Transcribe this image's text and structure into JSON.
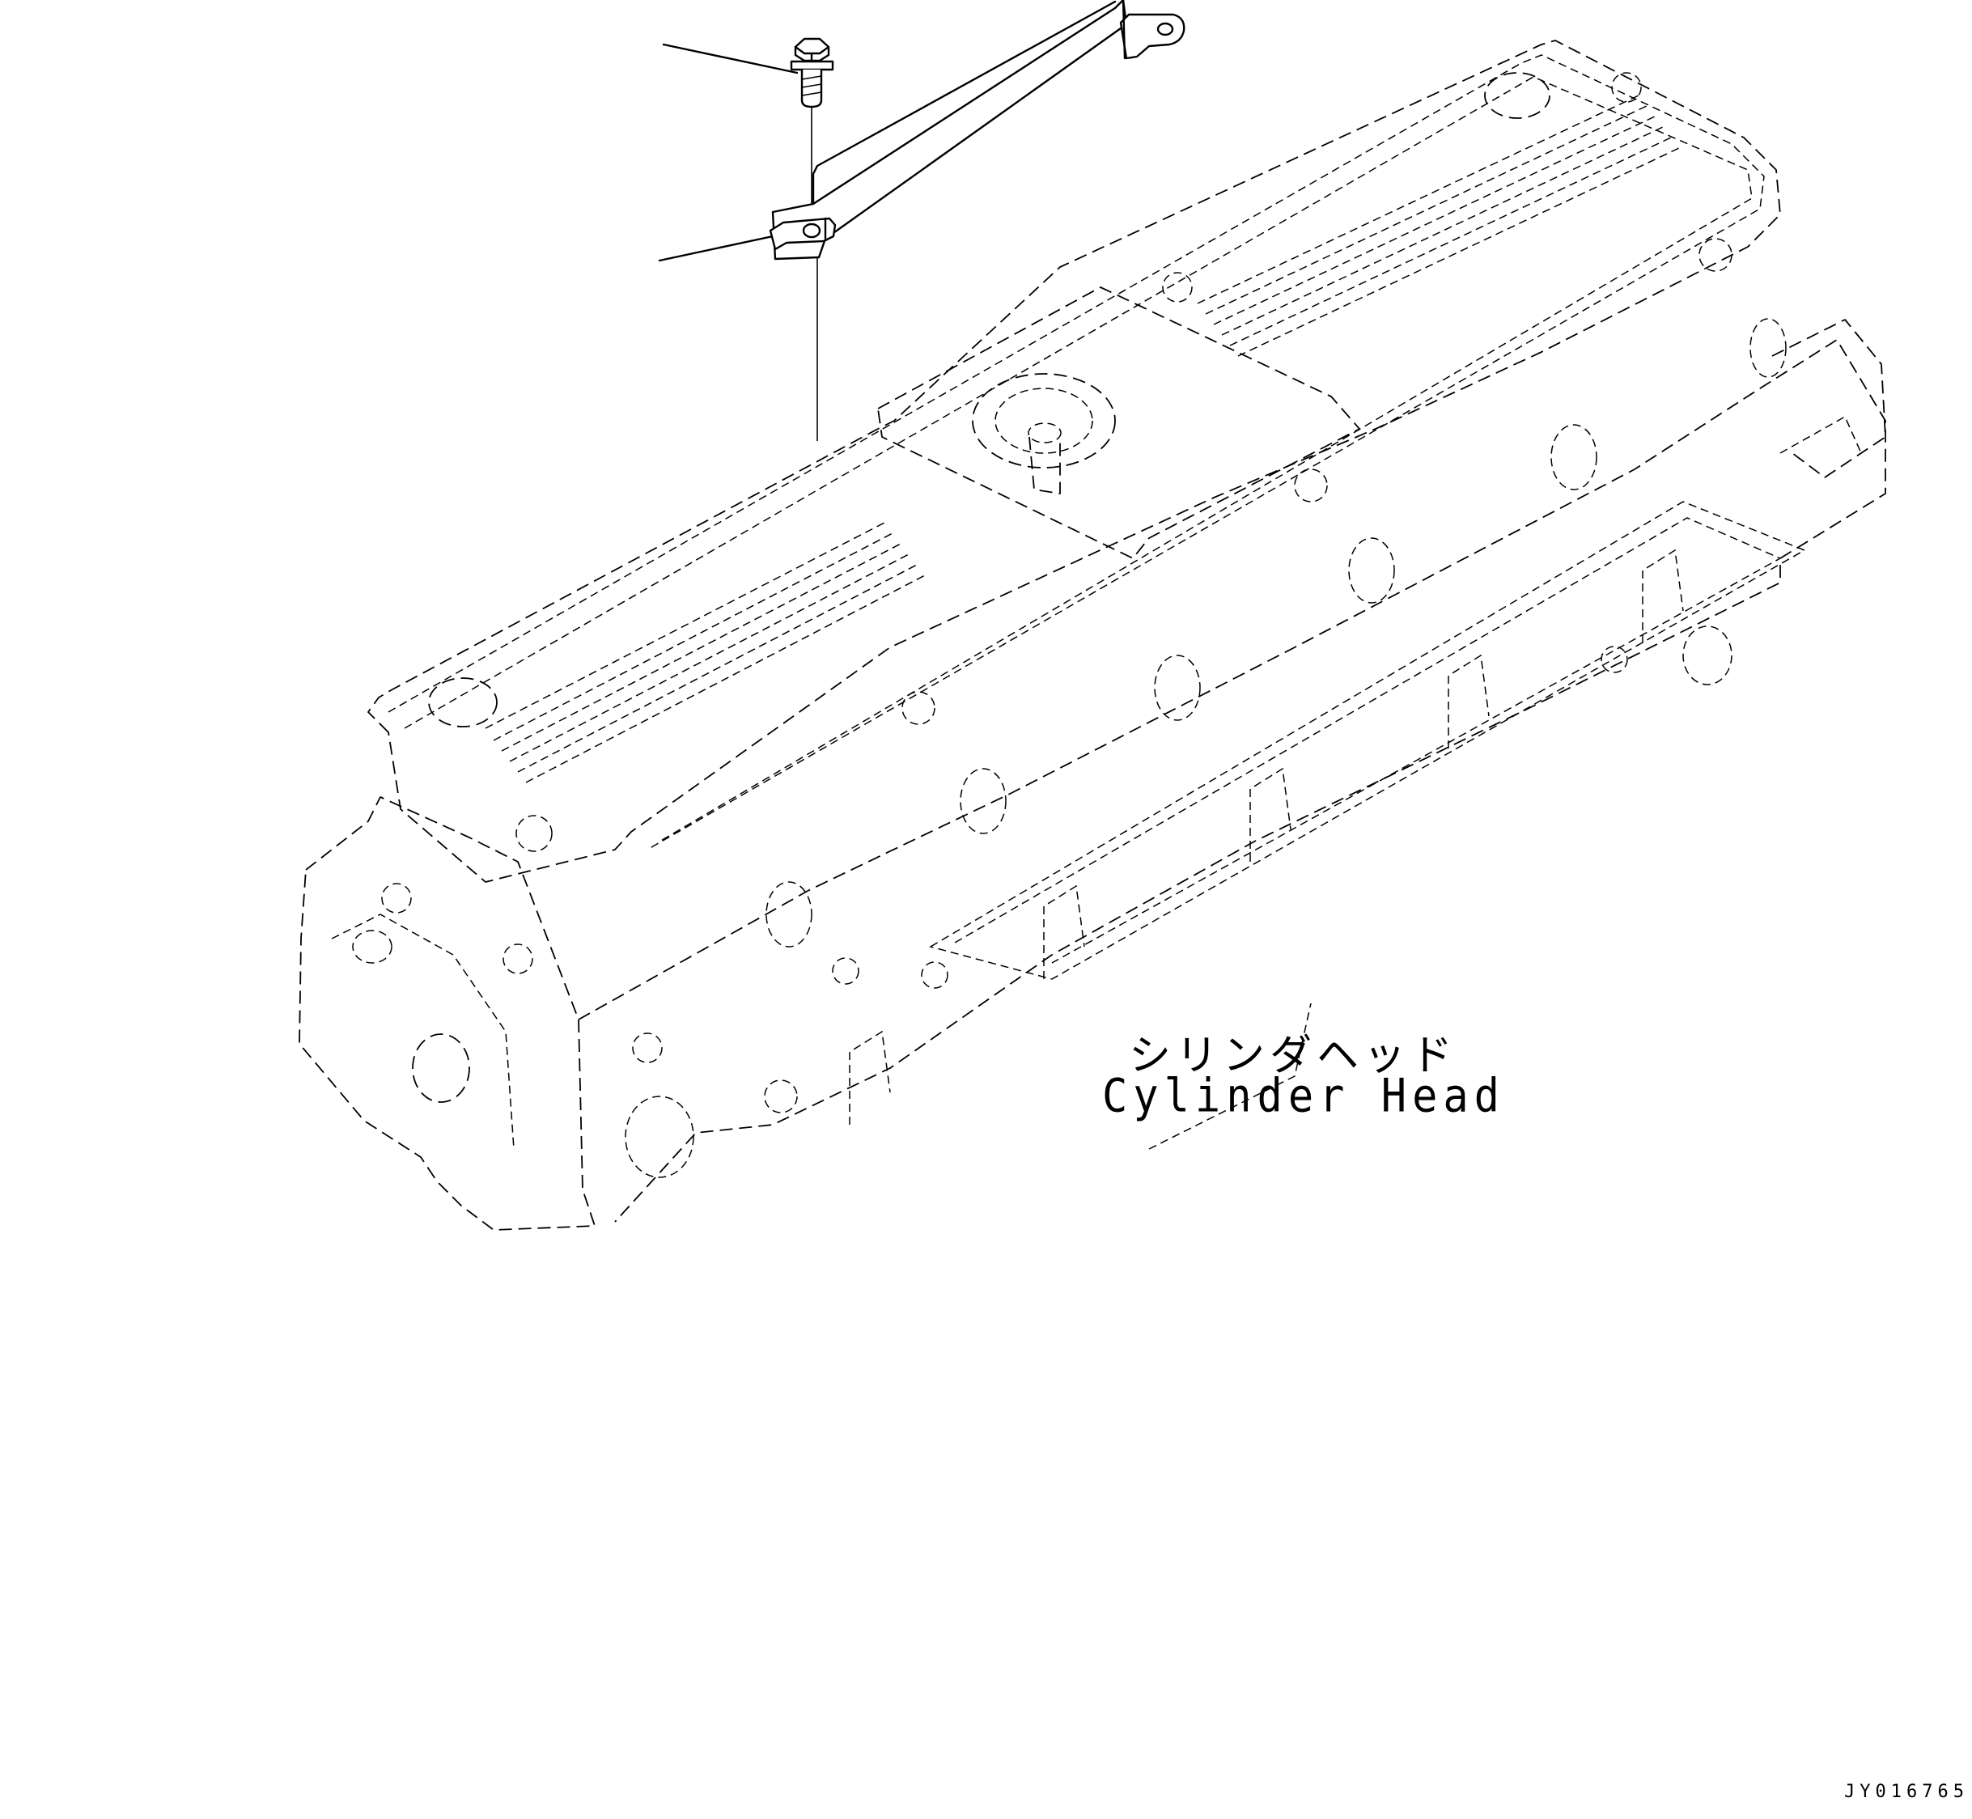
{
  "diagram": {
    "part_label_jp": "シリンダヘッド",
    "part_label_en": "Cylinder Head",
    "drawing_code": "JY016765",
    "line_color": "#000000",
    "background_color": "#ffffff",
    "icons": [
      "bolt-icon",
      "bracket-icon",
      "cylinder-head-icon",
      "leader-line"
    ]
  }
}
